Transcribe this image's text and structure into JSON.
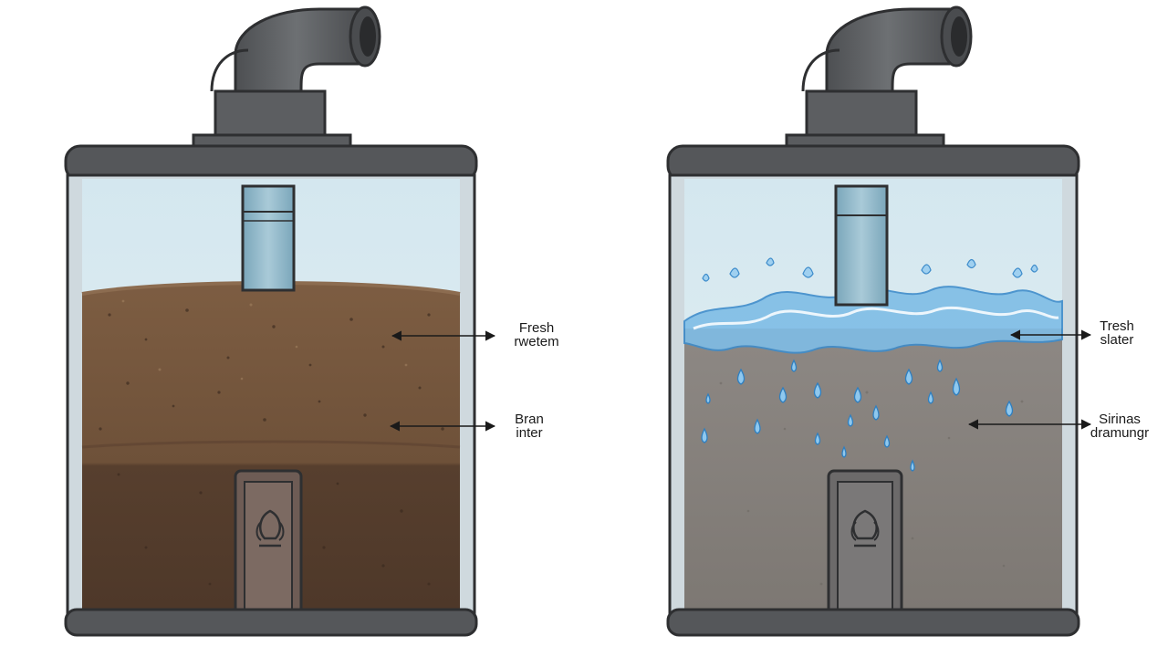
{
  "tanks": [
    {
      "id": "left",
      "fill": "soil",
      "labels": [
        {
          "line1": "Fresh",
          "line2": "rwetem"
        },
        {
          "line1": "Bran",
          "line2": "inter"
        }
      ]
    },
    {
      "id": "right",
      "fill": "water-splash",
      "labels": [
        {
          "line1": "Tresh",
          "line2": "slater"
        },
        {
          "line1": "Sirinas",
          "line2": "dramungr"
        }
      ]
    }
  ],
  "colors": {
    "metal": "#5b5d60",
    "metal_dark": "#3f4143",
    "glass": "#d9e8ef",
    "air": "#dbecf2",
    "pipe_blue": "#8eb6c8",
    "soil_light": "#7a5a40",
    "soil_dark": "#543c2c",
    "gray_fill": "#8b8682",
    "water": "#6fb3e3",
    "drain": "#6b5a52"
  },
  "icons": [
    "elbow-pipe-icon",
    "drain-valve-icon",
    "arrow-icon",
    "water-drop-icon"
  ]
}
